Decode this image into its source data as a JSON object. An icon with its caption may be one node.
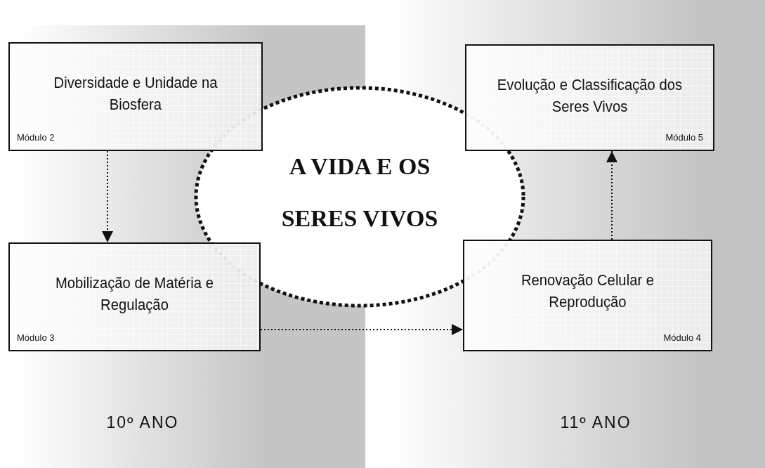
{
  "diagram": {
    "nodes": [
      {
        "text": [
          "Diversidade e Unidade na Biosfera",
          "Módulo 2"
        ]
      },
      {
        "text": [
          "Evolução e Classificação dos Seres Vivos",
          "Módulo 5"
        ]
      },
      {
        "text": [
          "A VIDA E OS SERES VIVOS"
        ]
      },
      {
        "text": [
          "Mobilização de Matéria e Regulação",
          "Módulo 3"
        ]
      },
      {
        "text": [
          "Renovação Celular e Reprodução",
          "Módulo 4"
        ]
      }
    ],
    "edges": [
      {
        "from": 0,
        "to": 3,
        "arrow": "to"
      },
      {
        "from": 3,
        "to": 4,
        "arrow": "to"
      },
      {
        "from": 4,
        "to": 1,
        "arrow": "to"
      }
    ],
    "labels": [
      "10º ANO",
      "11º ANO"
    ]
  }
}
